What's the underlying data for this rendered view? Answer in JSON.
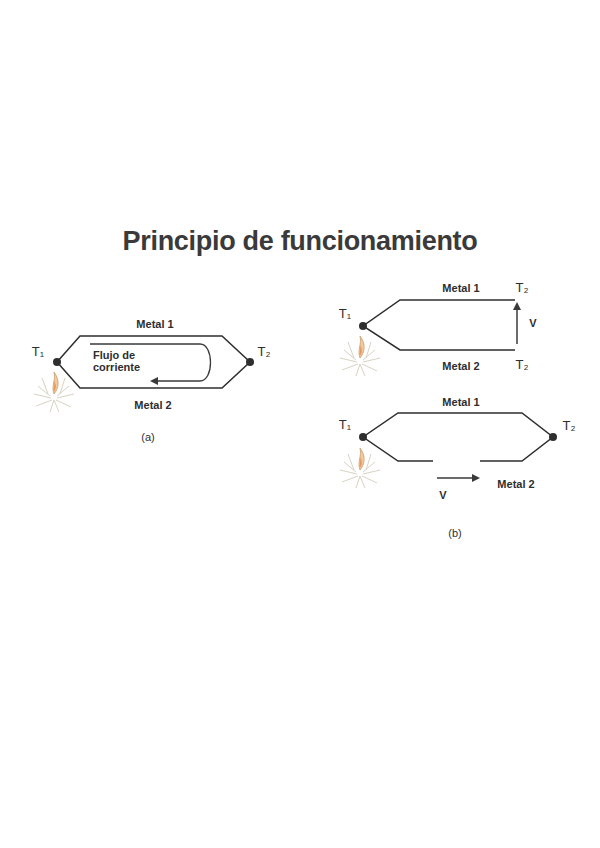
{
  "diagram": {
    "title": "Principio de funcionamiento",
    "labels": [
      "Metal 1",
      "T₁",
      "Flujo de corriente",
      "T₂",
      "Metal 2",
      "(a)",
      "Metal 1",
      "T₂",
      "T₁",
      "V",
      "Metal 2",
      "T₂",
      "Metal 1",
      "T₁",
      "T₂",
      "V",
      "Metal 2",
      "(b)"
    ]
  }
}
